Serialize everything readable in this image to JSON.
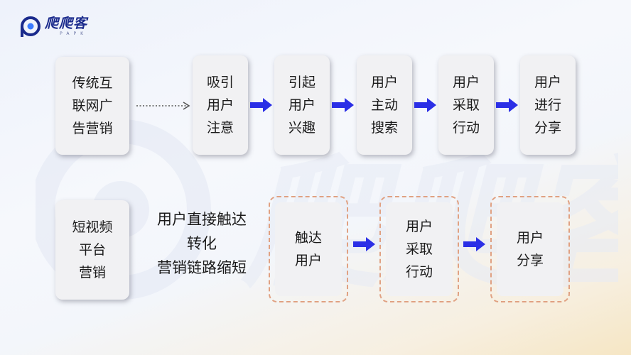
{
  "brand": {
    "name": "爬爬客",
    "sub": "PAPK"
  },
  "row1": {
    "source": "传统互\n联网广\n告营销",
    "steps": [
      "吸引\n用户\n注意",
      "引起\n用户\n兴趣",
      "用户\n主动\n搜索",
      "用户\n采取\n行动",
      "用户\n进行\n分享"
    ]
  },
  "row2": {
    "source": "短视频\n平台\n营销",
    "description": "用户直接触达\n转化\n营销链路缩短",
    "steps": [
      "触达\n用户",
      "用户\n采取\n行动",
      "用户\n分享"
    ]
  },
  "colors": {
    "arrow": "#2b2fe6",
    "dashed_border": "#e0a182",
    "card": "#f1f1f3",
    "brand": "#1a2a8c"
  }
}
